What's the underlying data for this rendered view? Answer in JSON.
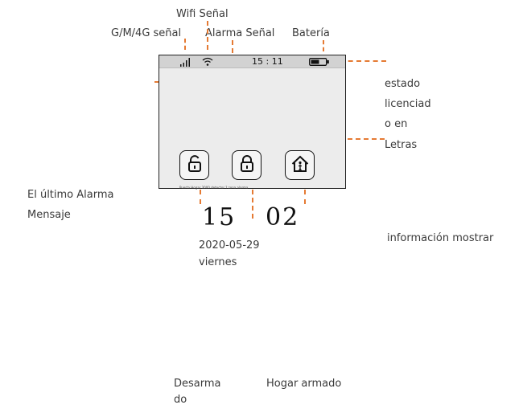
{
  "labels": {
    "wifi": "Wifi Señal",
    "network": "G/M/4G señal",
    "alarm": "Alarma Señal",
    "battery": "Batería",
    "status_line1": "estado",
    "status_line2": "licenciad",
    "status_line3": "o en",
    "status_line4": "Letras",
    "last_alarm_line1": "El último Alarma",
    "last_alarm_line2": "Mensaje",
    "info_display": "información mostrar",
    "disarmed_line1": "Desarma",
    "disarmed_line2": "do",
    "home_armed": "Hogar armado"
  },
  "device": {
    "status_time": "15 :  11",
    "clock_hour": "15",
    "clock_minute": "02",
    "date": "2020-05-29",
    "weekday": "viernes",
    "small_caption": "Puerta Hogar 3000 detector ? zona alarma"
  },
  "icons": {
    "signal": "signal-bars-icon",
    "wifi": "wifi-icon",
    "battery": "battery-icon",
    "disarm": "unlock-icon",
    "arm": "lock-icon",
    "home_arm": "home-person-icon"
  },
  "colors": {
    "leader": "#e57a33",
    "screen": "#ececec",
    "statusbar": "#d2d2d2"
  }
}
